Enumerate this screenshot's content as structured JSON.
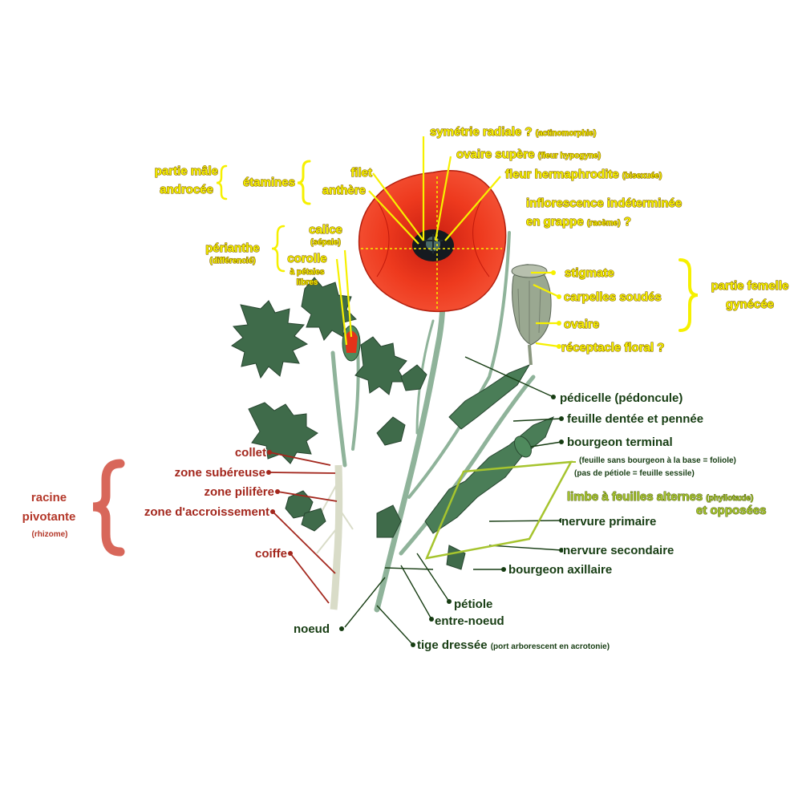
{
  "flower": {
    "symetrie": "symétrie radiale ?",
    "symetrie_note": "(actinomorphie)",
    "ovaire_supere": "ovaire supère",
    "ovaire_supere_note": "(fleur hypogyne)",
    "fleur_herma": "fleur hermaphrodite",
    "fleur_herma_note": "(bisexuée)",
    "inflo_1": "inflorescence indéterminée",
    "inflo_2": "en grappe",
    "inflo_2_note": "(racème)",
    "inflo_2_end": "?",
    "filet": "filet",
    "anthere": "anthère",
    "etamines": "étamines",
    "partie_male": "partie mâle",
    "androcee": "androcée",
    "calice": "calice",
    "calice_note": "(sépale)",
    "corolle": "corolle",
    "corolle_note_1": "à pétales",
    "corolle_note_2": "libres",
    "perianthe": "périanthe",
    "perianthe_note": "(différencié)"
  },
  "gynoecium": {
    "stigmate": "stigmate",
    "carpelles": "carpelles soudés",
    "ovaire": "ovaire",
    "receptacle": "réceptacle floral ?",
    "partie_femelle": "partie femelle",
    "gynecee": "gynécée"
  },
  "stem": {
    "pedicelle": "pédicelle (pédoncule)",
    "feuille_dentee": "feuille dentée et pennée",
    "bourgeon_terminal": "bourgeon terminal",
    "foliole_note": "(feuille sans bourgeon à la base = foliole)",
    "sessile_note": "(pas de pétiole = feuille sessile)",
    "limbe": "limbe à feuilles alternes",
    "limbe_note": "(phyllotaxie)",
    "opposees": "et opposées",
    "nervure_primaire": "nervure primaire",
    "nervure_secondaire": "nervure secondaire",
    "bourgeon_axillaire": "bourgeon axillaire",
    "petiole": "pétiole",
    "entre_noeud": "entre-noeud",
    "noeud": "noeud",
    "tige": "tige dressée",
    "tige_note": "(port arborescent en acrotonie)"
  },
  "root": {
    "collet": "collet",
    "zone_subereuse": "zone subéreuse",
    "zone_pilifere": "zone pilifère",
    "zone_accroissement": "zone d'accroissement",
    "coiffe": "coiffe",
    "racine": "racine",
    "pivotante": "pivotante",
    "rhizome": "(rhizome)"
  },
  "colors": {
    "flower_labels": "#f6f000",
    "stem_labels": "#173d13",
    "root_labels": "#a3271d",
    "limbe_labels": "#a6c42e",
    "petal": "#e8341c",
    "leaf": "#3f6b4a"
  }
}
